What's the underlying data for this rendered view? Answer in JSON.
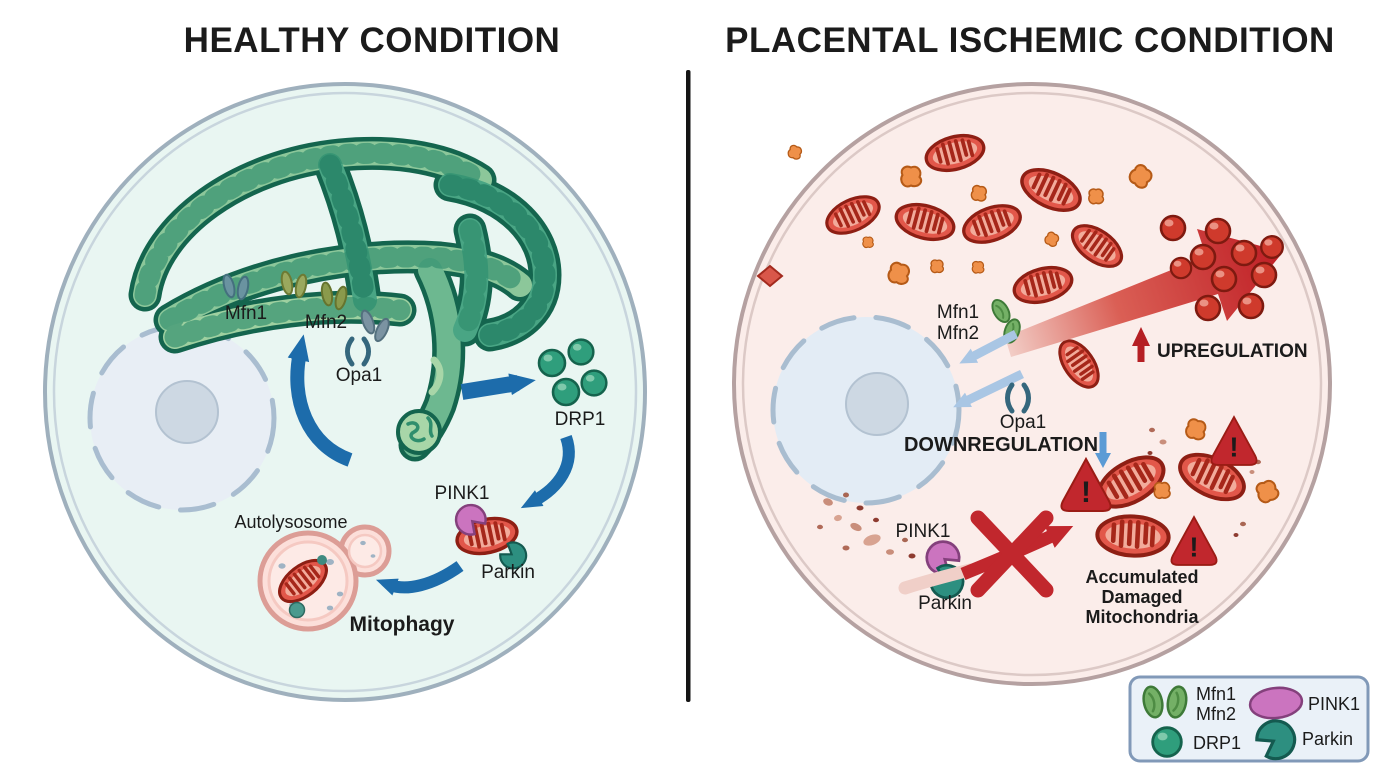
{
  "titles": {
    "left": "HEALTHY CONDITION",
    "right": "PLACENTAL ISCHEMIC CONDITION"
  },
  "colors": {
    "left_title": "#20618f",
    "right_title": "#a3262e",
    "healthy_cell_fill": "#e9f6f2",
    "ischemic_cell_fill": "#fbedea",
    "arrow_blue": "#1d6cab",
    "arrow_red": "#c1272d",
    "drp1_green": "#2f9e7c",
    "pink1_pink": "#cb74bf",
    "parkin_teal": "#2d8f80"
  },
  "healthy": {
    "labels": {
      "mfn1": "Mfn1",
      "mfn2": "Mfn2",
      "opa1": "Opa1",
      "drp1": "DRP1",
      "pink1": "PINK1",
      "parkin": "Parkin",
      "autolysosome": "Autolysosome",
      "mitophagy": "Mitophagy"
    }
  },
  "ischemic": {
    "labels": {
      "mfn1": "Mfn1",
      "mfn2": "Mfn2",
      "opa1": "Opa1",
      "downregulation": "DOWNREGULATION",
      "upregulation": "UPREGULATION",
      "pink1": "PINK1",
      "parkin": "Parkin",
      "accumulated": [
        "Accumulated",
        "Damaged",
        "Mitochondria"
      ]
    },
    "warning_mark": "!"
  },
  "legend": {
    "mfn1": "Mfn1",
    "mfn2": "Mfn2",
    "drp1": "DRP1",
    "pink1": "PINK1",
    "parkin": "Parkin"
  }
}
